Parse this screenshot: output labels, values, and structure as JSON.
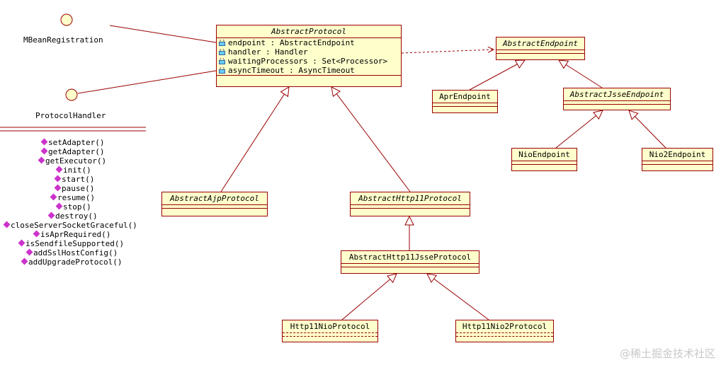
{
  "interfaces": {
    "mbean_registration": "MBeanRegistration",
    "protocol_handler": "ProtocolHandler",
    "protocol_handler_operations": [
      "setAdapter()",
      "getAdapter()",
      "getExecutor()",
      "init()",
      "start()",
      "pause()",
      "resume()",
      "stop()",
      "destroy()",
      "closeServerSocketGraceful()",
      "isAprRequired()",
      "isSendfileSupported()",
      "addSslHostConfig()",
      "addUpgradeProtocol()"
    ]
  },
  "classes": {
    "abstract_protocol": {
      "name": "AbstractProtocol",
      "attributes": [
        "endpoint : AbstractEndpoint",
        "handler : Handler",
        "waitingProcessors : Set<Processor>",
        "asyncTimeout : AsyncTimeout"
      ]
    },
    "abstract_ajp_protocol": "AbstractAjpProtocol",
    "abstract_http11_protocol": "AbstractHttp11Protocol",
    "abstract_http11_jsse_protocol": "AbstractHttp11JsseProtocol",
    "http11_nio_protocol": "Http11NioProtocol",
    "http11_nio2_protocol": "Http11Nio2Protocol",
    "abstract_endpoint": "AbstractEndpoint",
    "apr_endpoint": "AprEndpoint",
    "abstract_jsse_endpoint": "AbstractJsseEndpoint",
    "nio_endpoint": "NioEndpoint",
    "nio2_endpoint": "Nio2Endpoint"
  },
  "watermark": "@稀土掘金技术社区",
  "colors": {
    "class_fill": "#ffffcc",
    "class_border": "#990000",
    "operation_icon": "#cc33cc",
    "line": "#990000"
  }
}
